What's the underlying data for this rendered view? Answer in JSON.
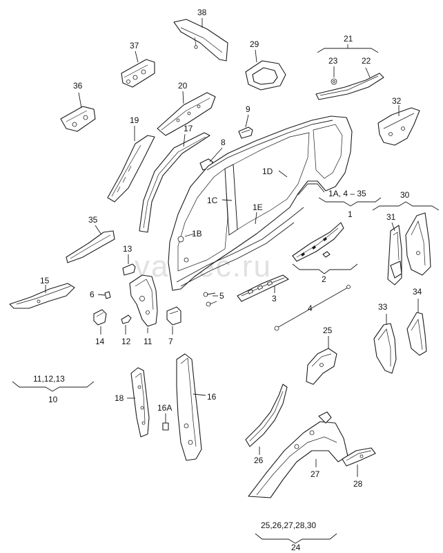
{
  "watermark": "vagtec.ru",
  "labels": {
    "p1": "1",
    "p1A": "1A, 4 – 35",
    "p1B": "1B",
    "p1C": "1C",
    "p1D": "1D",
    "p1E": "1E",
    "p2": "2",
    "p3": "3",
    "p4": "4",
    "p5": "5",
    "p6": "6",
    "p7": "7",
    "p8": "8",
    "p9": "9",
    "p10": "10",
    "p10group": "11,12,13",
    "p11": "11",
    "p12": "12",
    "p13": "13",
    "p14": "14",
    "p15": "15",
    "p16": "16",
    "p16A": "16A",
    "p17": "17",
    "p18": "18",
    "p19": "19",
    "p20": "20",
    "p21": "21",
    "p22": "22",
    "p23": "23",
    "p24": "24",
    "p24group": "25,26,27,28,30",
    "p25": "25",
    "p26": "26",
    "p27": "27",
    "p28": "28",
    "p29": "29",
    "p30": "30",
    "p31": "31",
    "p32": "32",
    "p33": "33",
    "p34": "34",
    "p35": "35",
    "p36": "36",
    "p37": "37",
    "p38": "38"
  }
}
